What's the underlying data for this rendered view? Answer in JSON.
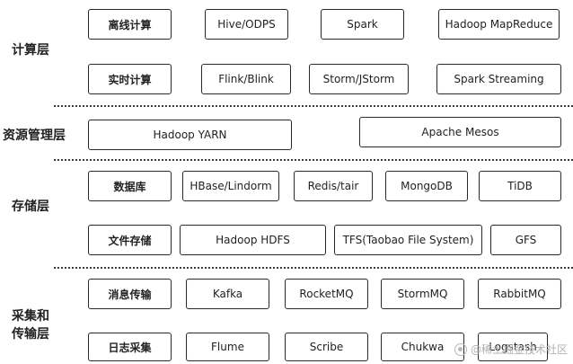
{
  "layers": {
    "compute": "计算层",
    "resource": "资源管理层",
    "storage": "存储层",
    "collect_line1": "采集和",
    "collect_line2": "传输层"
  },
  "compute": {
    "offline": {
      "category": "离线计算",
      "items": [
        "Hive/ODPS",
        "Spark",
        "Hadoop MapReduce"
      ]
    },
    "realtime": {
      "category": "实时计算",
      "items": [
        "Flink/Blink",
        "Storm/JStorm",
        "Spark Streaming"
      ]
    }
  },
  "resource": {
    "items": [
      "Hadoop YARN",
      "Apache Mesos"
    ]
  },
  "storage": {
    "database": {
      "category": "数据库",
      "items": [
        "HBase/Lindorm",
        "Redis/tair",
        "MongoDB",
        "TiDB"
      ]
    },
    "filestore": {
      "category": "文件存储",
      "items": [
        "Hadoop HDFS",
        "TFS(Taobao File System)",
        "GFS"
      ]
    }
  },
  "collect": {
    "messaging": {
      "category": "消息传输",
      "items": [
        "Kafka",
        "RocketMQ",
        "StormMQ",
        "RabbitMQ"
      ]
    },
    "logging": {
      "category": "日志采集",
      "items": [
        "Flume",
        "Scribe",
        "Chukwa",
        "Logstash"
      ]
    }
  },
  "watermark": "@稀土掘金技术社区"
}
